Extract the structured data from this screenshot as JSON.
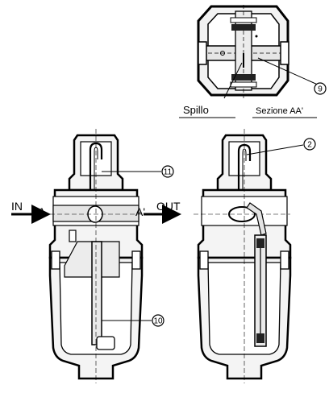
{
  "labels": {
    "in": "IN",
    "out": "OUT",
    "port_a": "A",
    "port_a_prime": "A'",
    "spillo": "Spillo",
    "section": "Sezione AA'"
  },
  "callouts": {
    "c2": "2",
    "c9": "9",
    "c10": "10",
    "c11": "11"
  },
  "colors": {
    "outline": "#000000",
    "section_fill": "#ffffff",
    "body_fill": "#f4f4f4",
    "inner_fill": "#e2e2e2",
    "dark_fill": "#222222"
  }
}
